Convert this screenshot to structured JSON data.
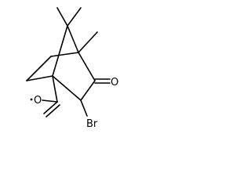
{
  "molecule": {
    "atoms": {
      "carbonyl_oxygen": "O",
      "carboxyl_oxygen": "O",
      "bromine": "Br"
    }
  }
}
